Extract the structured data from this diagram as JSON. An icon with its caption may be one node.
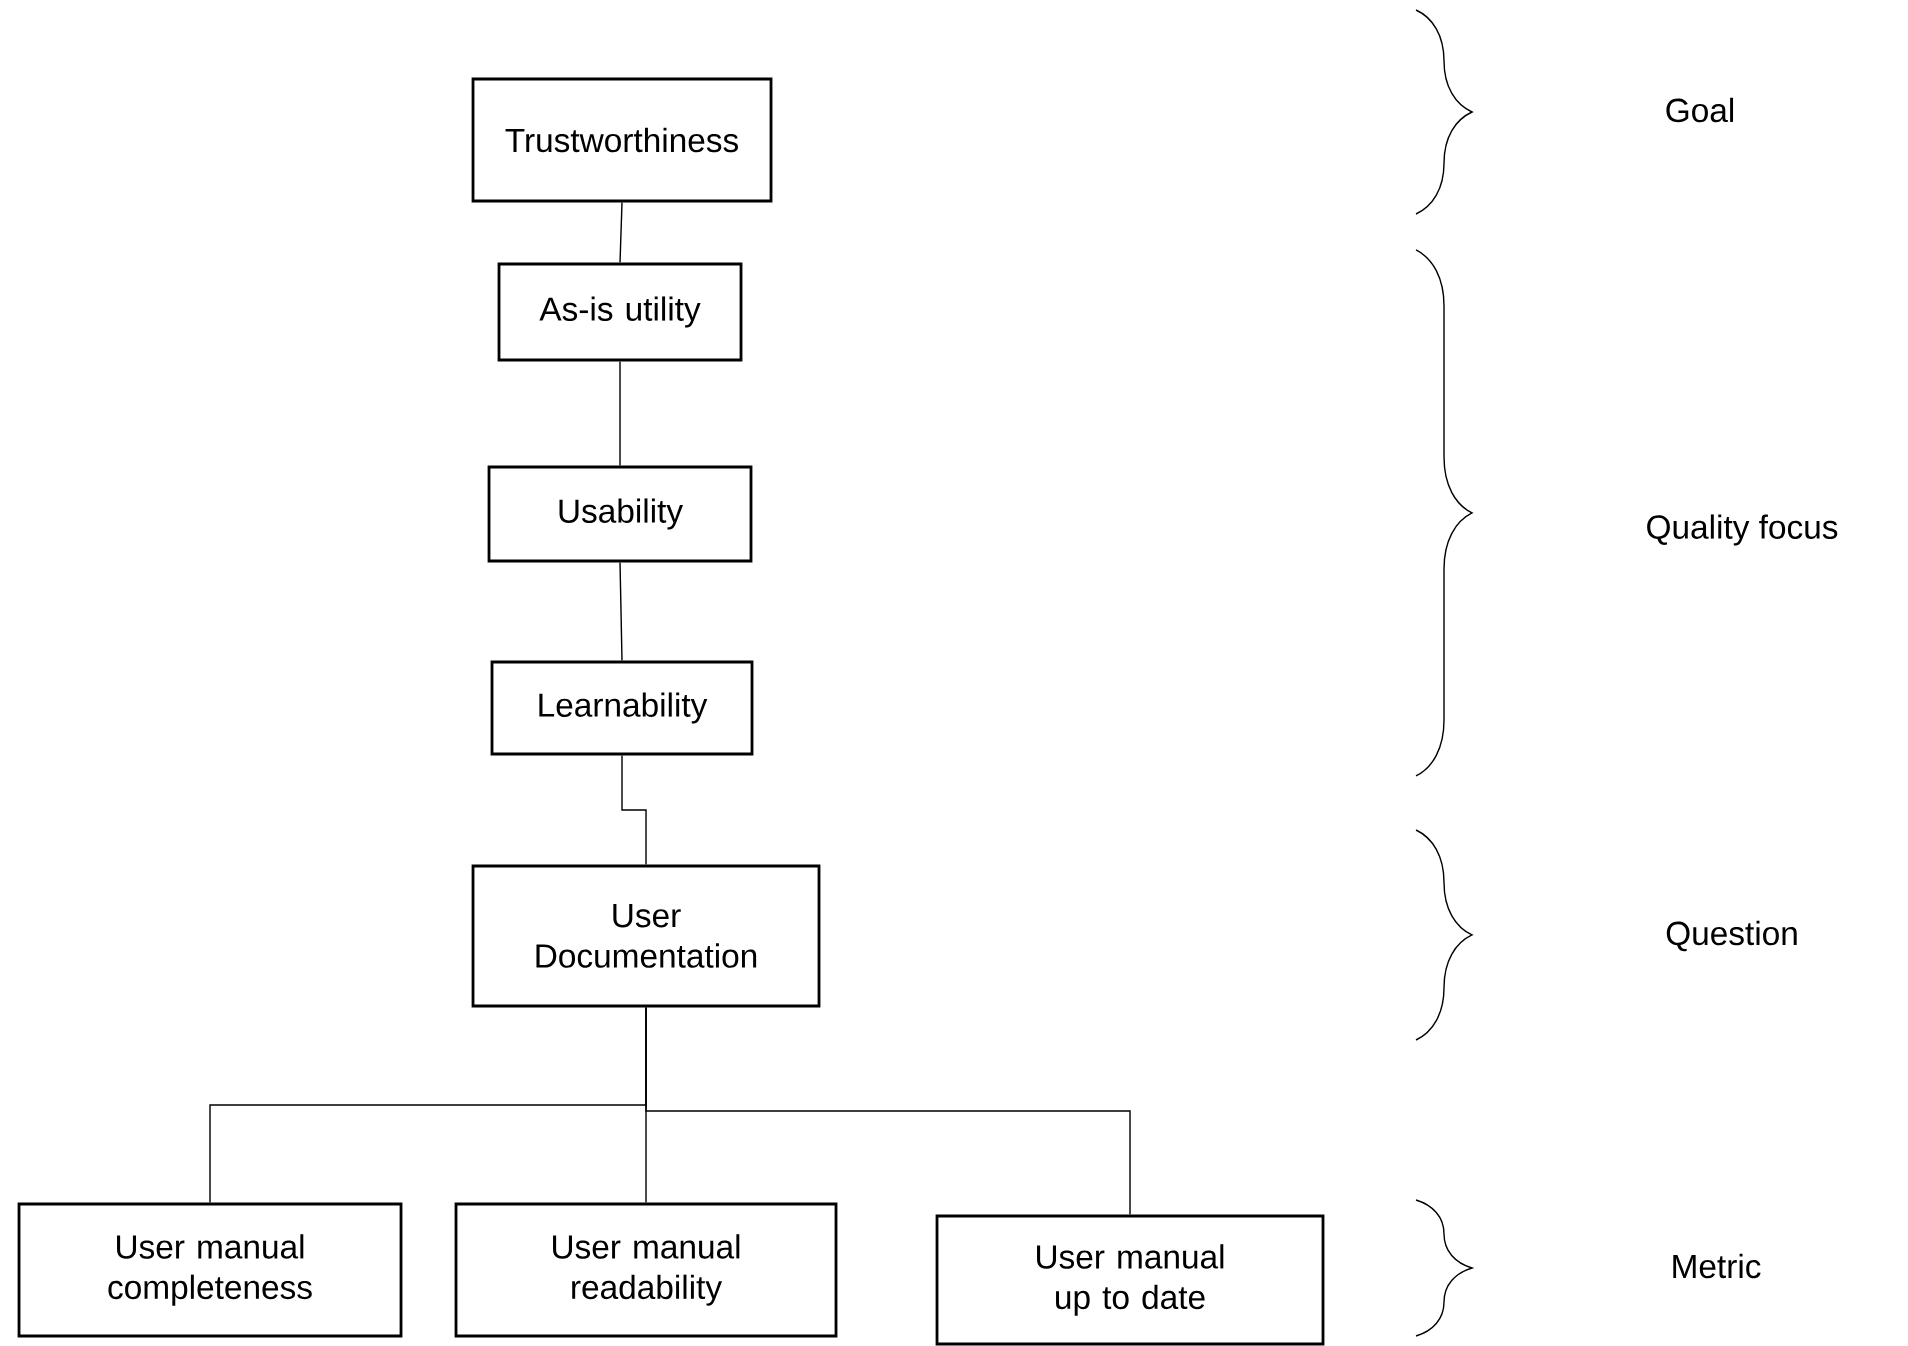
{
  "diagram": {
    "nodes": [
      {
        "text": [
          "Trustworthiness"
        ]
      },
      {
        "text": [
          "As-is utility"
        ]
      },
      {
        "text": [
          "Usability"
        ]
      },
      {
        "text": [
          "Learnability"
        ]
      },
      {
        "text": [
          "User Documentation"
        ]
      },
      {
        "text": [
          "User manual completeness"
        ]
      },
      {
        "text": [
          "User manual readability"
        ]
      },
      {
        "text": [
          "User manual up to date"
        ]
      }
    ],
    "edges": [
      {
        "from": 0,
        "to": 1,
        "arrow": "none"
      },
      {
        "from": 1,
        "to": 2,
        "arrow": "none"
      },
      {
        "from": 2,
        "to": 3,
        "arrow": "none"
      },
      {
        "from": 3,
        "to": 4,
        "arrow": "none"
      },
      {
        "from": 4,
        "to": 5,
        "arrow": "none"
      },
      {
        "from": 4,
        "to": 6,
        "arrow": "none"
      },
      {
        "from": 4,
        "to": 7,
        "arrow": "none"
      }
    ],
    "labels": [
      "Goal",
      "Quality focus",
      "Question",
      "Metric"
    ]
  }
}
